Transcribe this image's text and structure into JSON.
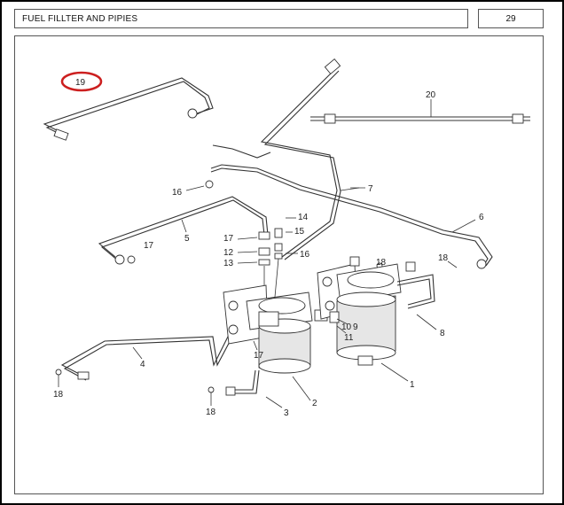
{
  "header": {
    "title": "FUEL FILLTER AND PIPIES",
    "page_number": "29"
  },
  "callouts": {
    "c1": "1",
    "c2": "2",
    "c3": "3",
    "c4": "4",
    "c5": "5",
    "c6": "6",
    "c7": "7",
    "c8": "8",
    "c9": "9",
    "c10": "10",
    "c11": "11",
    "c12": "12",
    "c13": "13",
    "c14": "14",
    "c15": "15",
    "c16a": "16",
    "c16b": "16",
    "c17a": "17",
    "c17b": "17",
    "c17c": "17",
    "c18a": "18",
    "c18b": "18",
    "c18c": "18",
    "c18d": "18",
    "c19": "19",
    "c20": "20"
  },
  "highlight": {
    "color": "#cc1f1f",
    "target": "19"
  }
}
